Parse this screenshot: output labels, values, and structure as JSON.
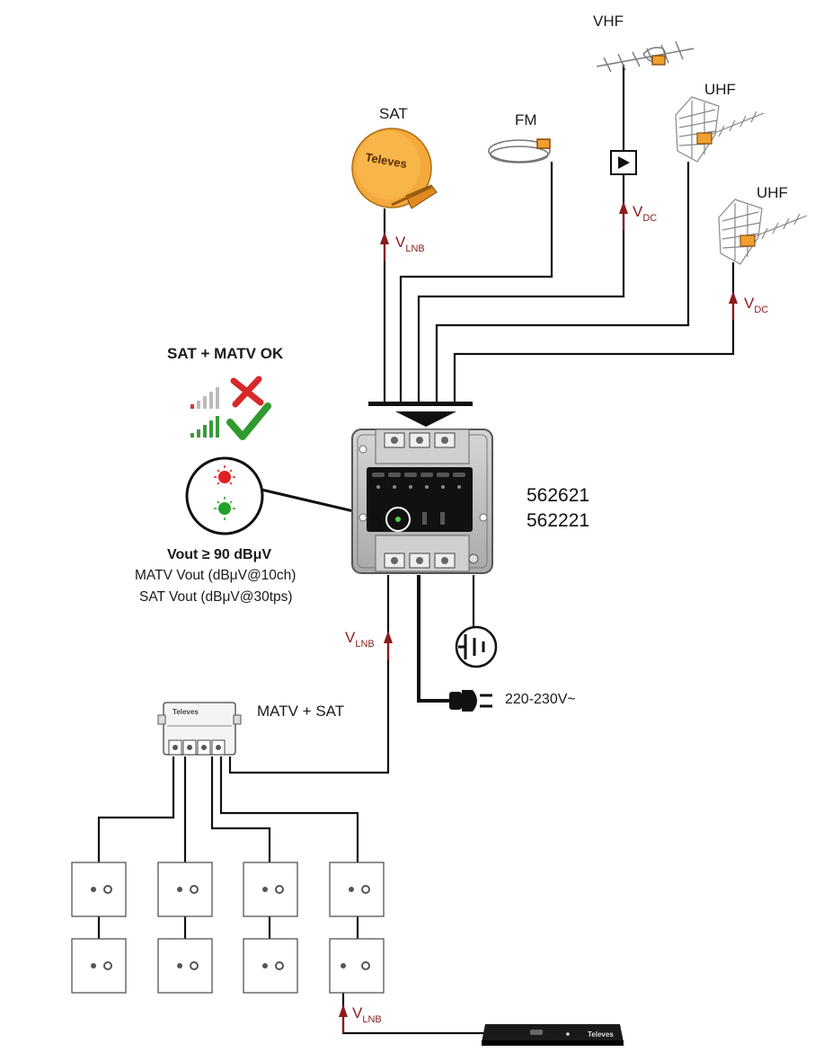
{
  "antennas": {
    "sat": "SAT",
    "fm": "FM",
    "vhf": "VHF",
    "uhf_1": "UHF",
    "uhf_2": "UHF"
  },
  "brand": "Televes",
  "voltage_labels": {
    "lnb_sat": {
      "main": "V",
      "sub": "LNB"
    },
    "dc_vhf": {
      "main": "V",
      "sub": "DC"
    },
    "dc_uhf": {
      "main": "V",
      "sub": "DC"
    },
    "lnb_output": {
      "main": "V",
      "sub": "LNB"
    },
    "lnb_receiver": {
      "main": "V",
      "sub": "LNB"
    }
  },
  "status": {
    "title": "SAT + MATV OK",
    "bad_mark": "cross",
    "good_mark": "check"
  },
  "leds": {
    "red": "#e02020",
    "green": "#22a02a"
  },
  "output_levels": {
    "title": "Vout ≥ 90 dBμV",
    "matv": "MATV Vout (dBμV@10ch)",
    "sat": "SAT Vout (dBμV@30tps)"
  },
  "amplifier": {
    "models": [
      "562621",
      "562221"
    ]
  },
  "splitter_label": "MATV + SAT",
  "mains_label": "220-230V~",
  "colors": {
    "arrow_red": "#8a1c1c",
    "dish_orange": "#f0a030",
    "wire": "#111111",
    "check_green": "#2f9a2f",
    "cross_red": "#d62a2a"
  }
}
